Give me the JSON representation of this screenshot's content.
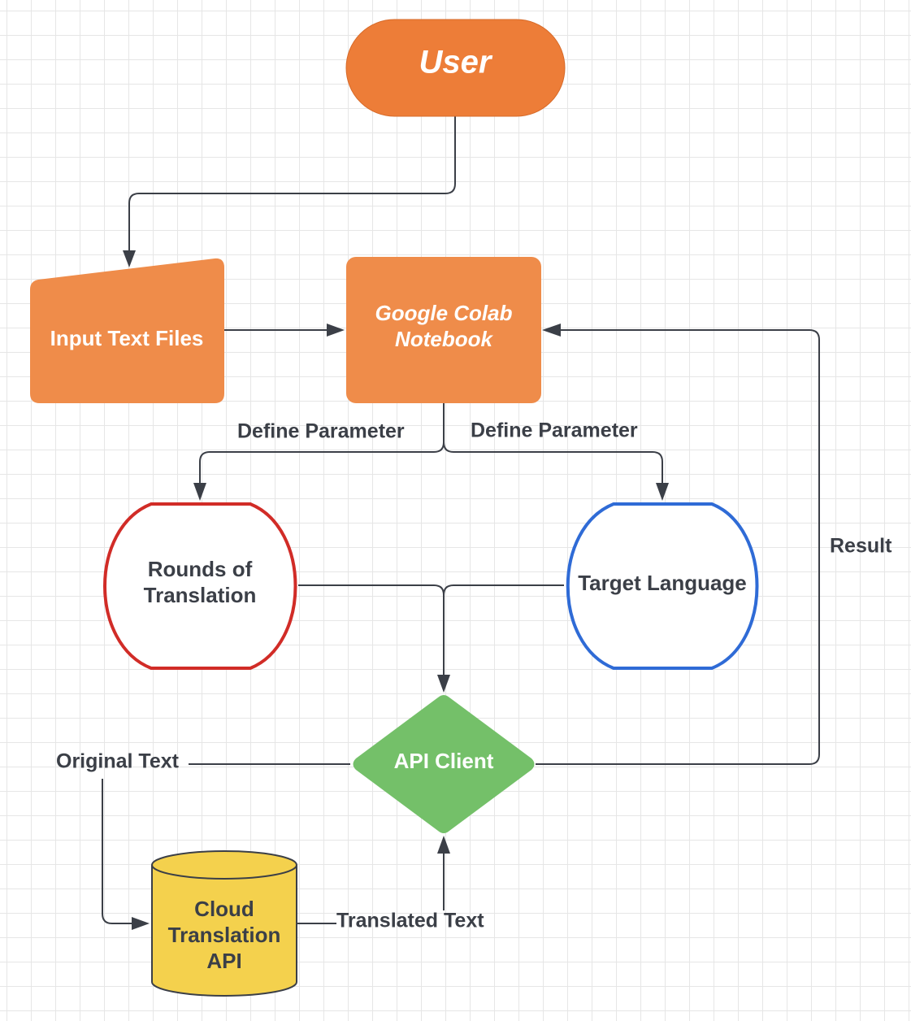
{
  "colors": {
    "user": "#ed7d38",
    "input_files": "#ef8c4a",
    "notebook": "#ef8c4a",
    "rounds_border": "#d12c27",
    "target_border": "#2f6bd6",
    "api_client": "#74c069",
    "cloud_api": "#f4d14d",
    "edge": "#3b3f47"
  },
  "nodes": {
    "user": {
      "label": "User"
    },
    "input_files": {
      "label": "Input Text Files"
    },
    "notebook": {
      "line1": "Google Colab",
      "line2": "Notebook"
    },
    "rounds": {
      "line1": "Rounds of",
      "line2": "Translation"
    },
    "target_language": {
      "label": "Target Language"
    },
    "api_client": {
      "label": "API Client"
    },
    "cloud_api": {
      "line1": "Cloud",
      "line2": "Translation",
      "line3": "API"
    }
  },
  "edge_labels": {
    "define_left": "Define Parameter",
    "define_right": "Define Parameter",
    "result": "Result",
    "original_text": "Original Text",
    "translated_text": "Translated Text"
  }
}
